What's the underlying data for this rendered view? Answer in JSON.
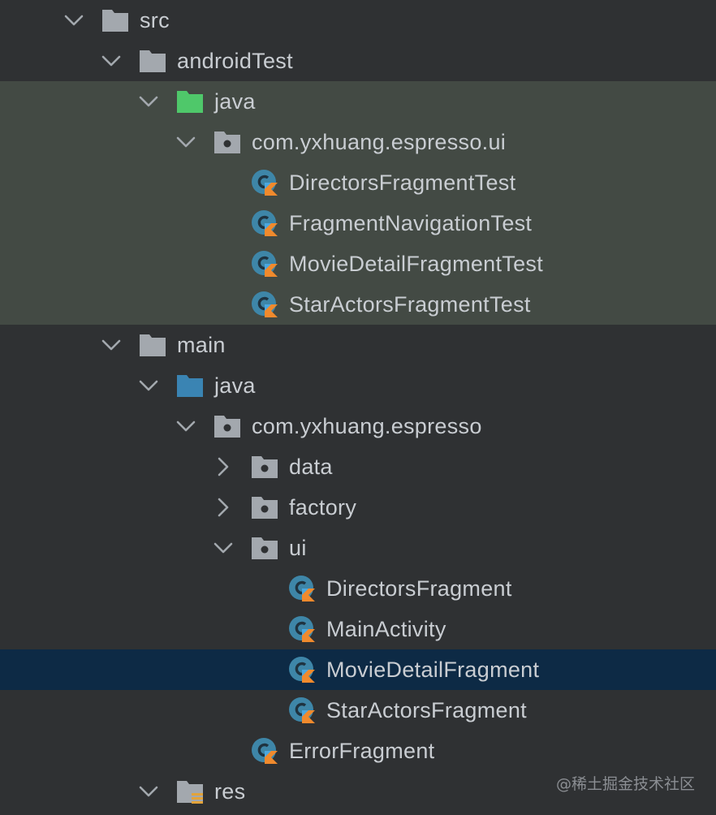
{
  "tree": {
    "rows": [
      {
        "label": "src",
        "kind": "folder",
        "expanded": true
      },
      {
        "label": "androidTest",
        "kind": "folder",
        "expanded": true
      },
      {
        "label": "java",
        "kind": "test-source-root",
        "expanded": true
      },
      {
        "label": "com.yxhuang.espresso.ui",
        "kind": "package",
        "expanded": true
      },
      {
        "label": "DirectorsFragmentTest",
        "kind": "kotlin-class"
      },
      {
        "label": "FragmentNavigationTest",
        "kind": "kotlin-class"
      },
      {
        "label": "MovieDetailFragmentTest",
        "kind": "kotlin-class"
      },
      {
        "label": "StarActorsFragmentTest",
        "kind": "kotlin-class"
      },
      {
        "label": "main",
        "kind": "folder",
        "expanded": true
      },
      {
        "label": "java",
        "kind": "source-root",
        "expanded": true
      },
      {
        "label": "com.yxhuang.espresso",
        "kind": "package",
        "expanded": true
      },
      {
        "label": "data",
        "kind": "package",
        "expanded": false
      },
      {
        "label": "factory",
        "kind": "package",
        "expanded": false
      },
      {
        "label": "ui",
        "kind": "package",
        "expanded": true
      },
      {
        "label": "DirectorsFragment",
        "kind": "kotlin-class"
      },
      {
        "label": "MainActivity",
        "kind": "kotlin-class"
      },
      {
        "label": "MovieDetailFragment",
        "kind": "kotlin-class",
        "selected": true
      },
      {
        "label": "StarActorsFragment",
        "kind": "kotlin-class"
      },
      {
        "label": "ErrorFragment",
        "kind": "kotlin-class"
      },
      {
        "label": "res",
        "kind": "resources-folder",
        "expanded": true
      }
    ]
  },
  "watermark": "@稀土掘金技术社区",
  "colors": {
    "background": "#2f3133",
    "test_highlight": "#434a44",
    "selection": "#0d2a45",
    "text": "#c9cdd2",
    "folder": "#a3a8ae",
    "test_source_root": "#4fc86a",
    "source_root": "#3a84b3",
    "kotlin_class_blue": "#3e86a8",
    "kotlin_k": "#f08a2d"
  },
  "icons": {
    "folder": "folder-icon",
    "package": "package-folder-icon",
    "test_source_root": "test-source-root-folder-icon",
    "source_root": "source-root-folder-icon",
    "kotlin_class": "kotlin-class-icon",
    "resources": "resources-folder-icon",
    "expanded": "chevron-down-icon",
    "collapsed": "chevron-right-icon"
  }
}
